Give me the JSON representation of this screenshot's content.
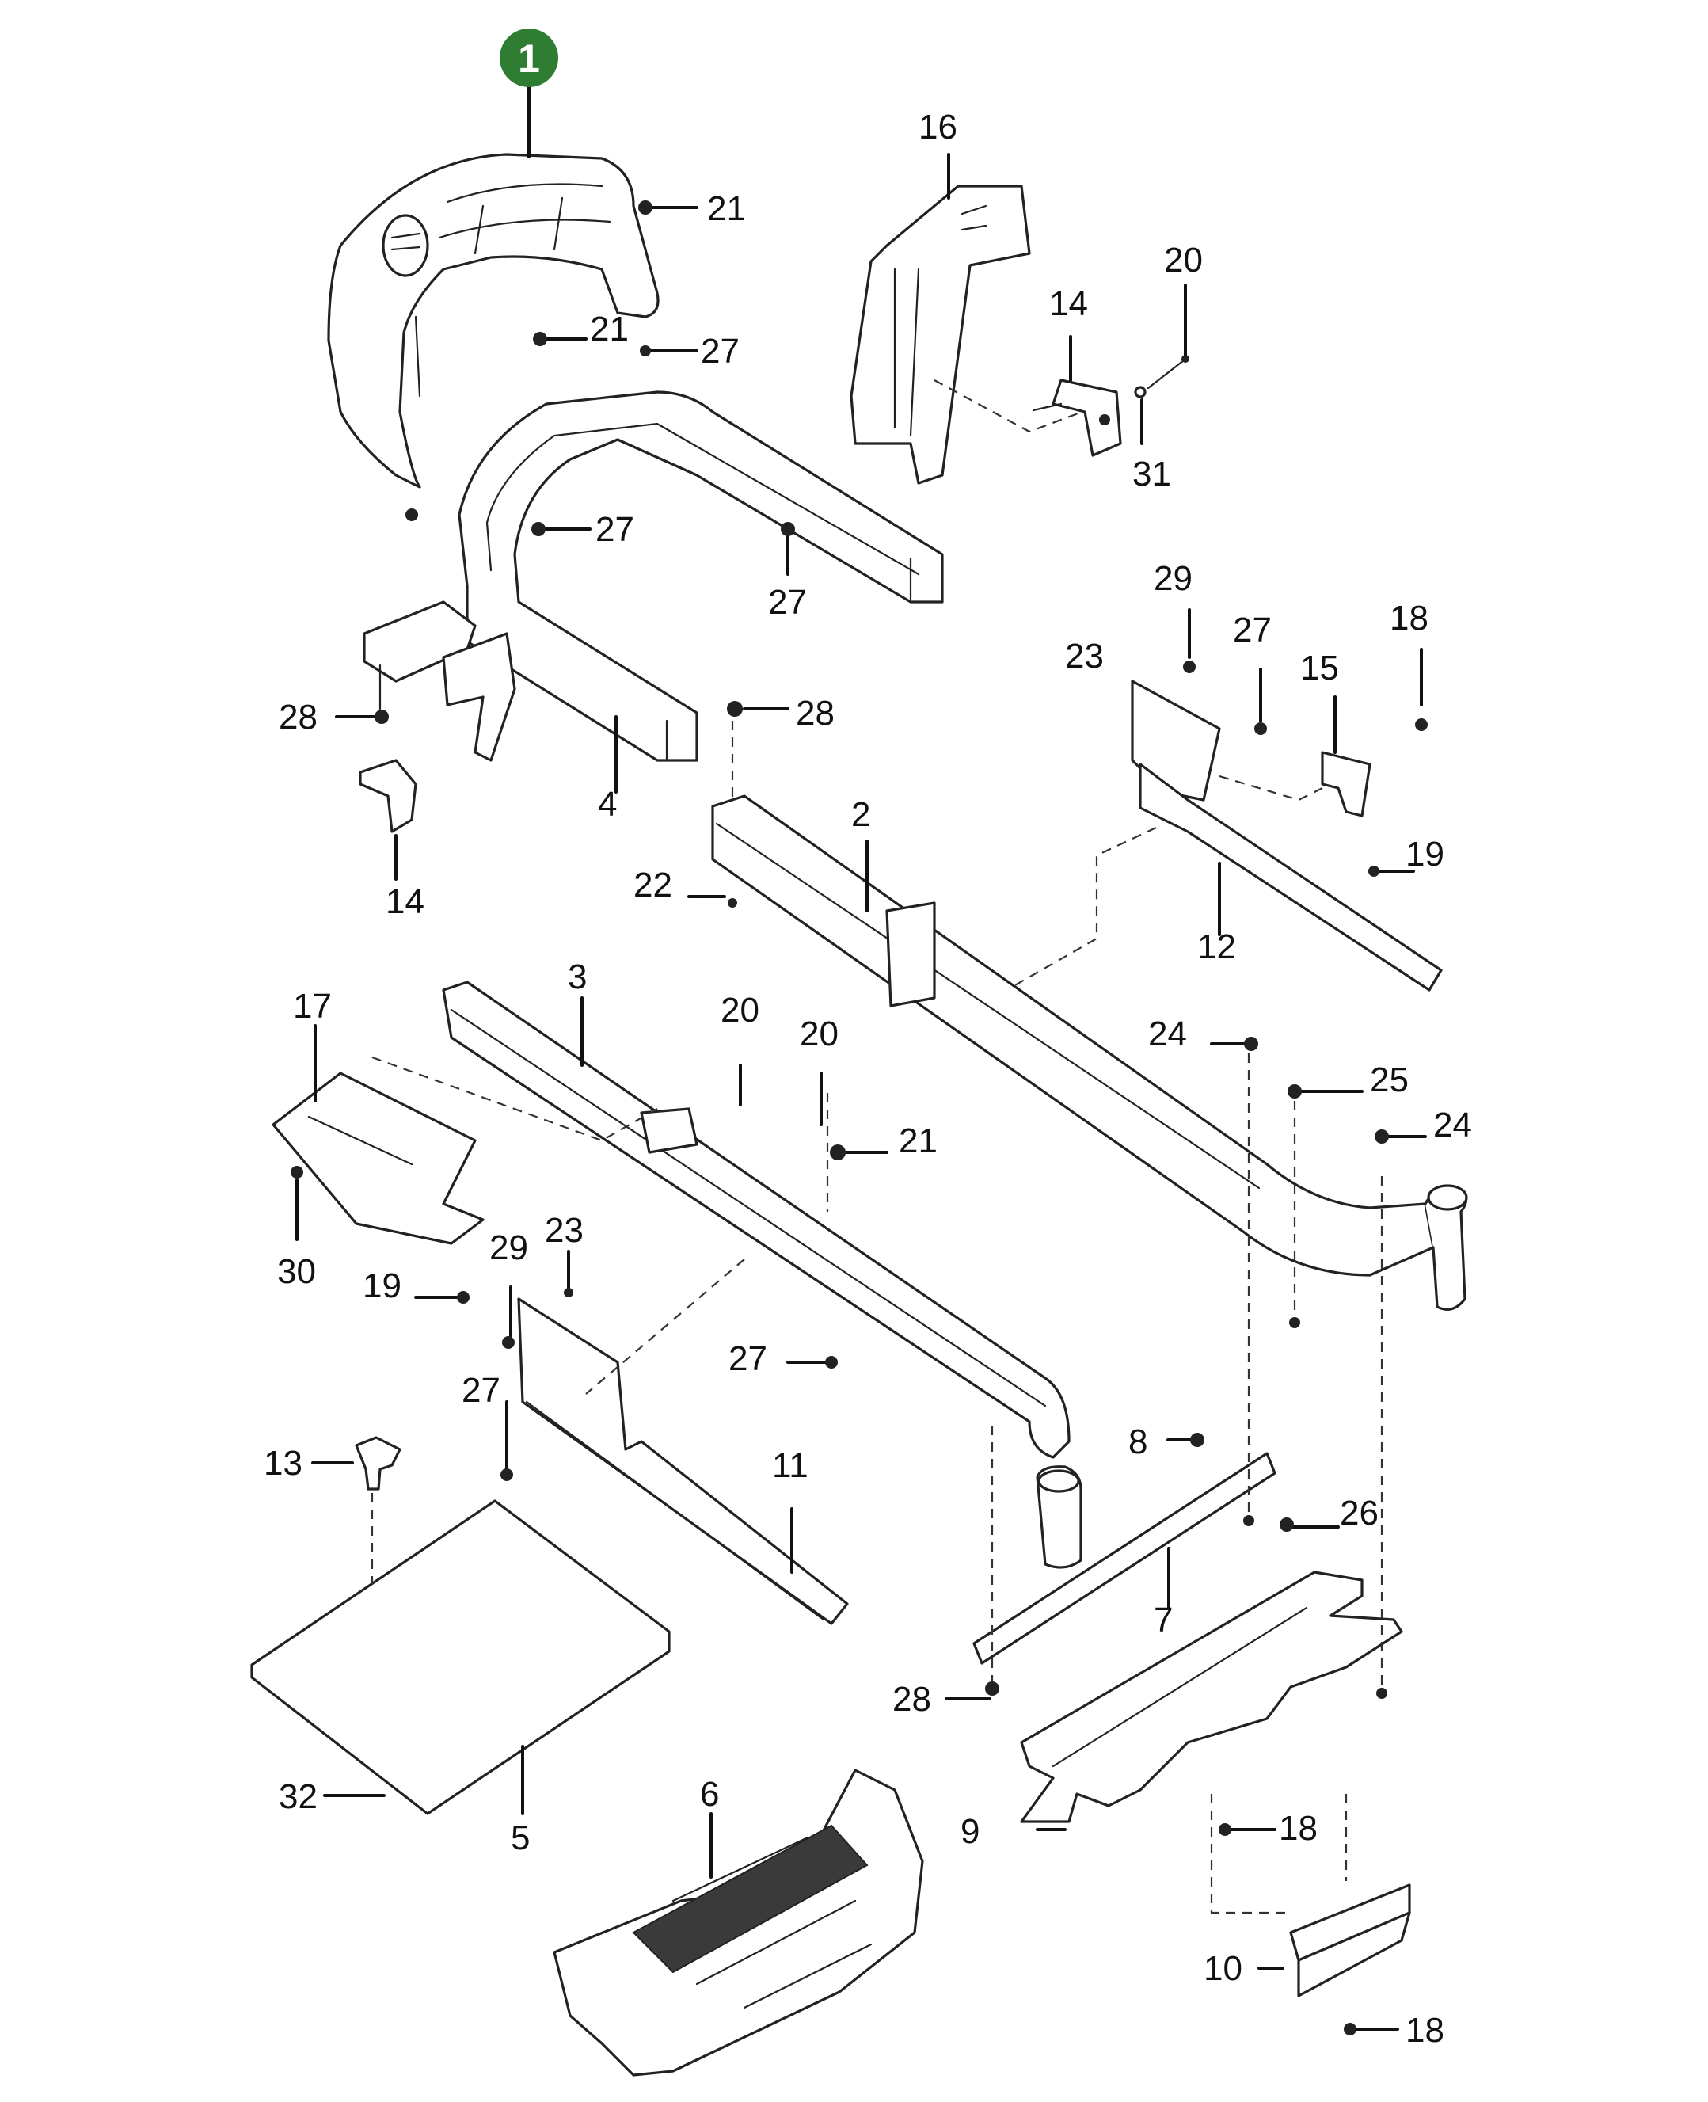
{
  "badge": {
    "label": "1",
    "color": "#2e7d32"
  },
  "callouts": [
    {
      "id": "c-21a",
      "text": "21"
    },
    {
      "id": "c-16",
      "text": "16"
    },
    {
      "id": "c-20a",
      "text": "20"
    },
    {
      "id": "c-14a",
      "text": "14"
    },
    {
      "id": "c-21b",
      "text": "21"
    },
    {
      "id": "c-27a",
      "text": "27"
    },
    {
      "id": "c-31",
      "text": "31"
    },
    {
      "id": "c-27b",
      "text": "27"
    },
    {
      "id": "c-27c",
      "text": "27"
    },
    {
      "id": "c-29a",
      "text": "29"
    },
    {
      "id": "c-27d",
      "text": "27"
    },
    {
      "id": "c-18a",
      "text": "18"
    },
    {
      "id": "c-23a",
      "text": "23"
    },
    {
      "id": "c-15",
      "text": "15"
    },
    {
      "id": "c-28a",
      "text": "28"
    },
    {
      "id": "c-28b",
      "text": "28"
    },
    {
      "id": "c-4",
      "text": "4"
    },
    {
      "id": "c-2",
      "text": "2"
    },
    {
      "id": "c-19a",
      "text": "19"
    },
    {
      "id": "c-14b",
      "text": "14"
    },
    {
      "id": "c-22",
      "text": "22"
    },
    {
      "id": "c-12",
      "text": "12"
    },
    {
      "id": "c-3",
      "text": "3"
    },
    {
      "id": "c-17",
      "text": "17"
    },
    {
      "id": "c-20b",
      "text": "20"
    },
    {
      "id": "c-20c",
      "text": "20"
    },
    {
      "id": "c-24a",
      "text": "24"
    },
    {
      "id": "c-25",
      "text": "25"
    },
    {
      "id": "c-24b",
      "text": "24"
    },
    {
      "id": "c-21c",
      "text": "21"
    },
    {
      "id": "c-30",
      "text": "30"
    },
    {
      "id": "c-19b",
      "text": "19"
    },
    {
      "id": "c-29b",
      "text": "29"
    },
    {
      "id": "c-23b",
      "text": "23"
    },
    {
      "id": "c-27e",
      "text": "27"
    },
    {
      "id": "c-27f",
      "text": "27"
    },
    {
      "id": "c-8",
      "text": "8"
    },
    {
      "id": "c-13",
      "text": "13"
    },
    {
      "id": "c-11",
      "text": "11"
    },
    {
      "id": "c-26",
      "text": "26"
    },
    {
      "id": "c-7",
      "text": "7"
    },
    {
      "id": "c-28c",
      "text": "28"
    },
    {
      "id": "c-6",
      "text": "6"
    },
    {
      "id": "c-32",
      "text": "32"
    },
    {
      "id": "c-5",
      "text": "5"
    },
    {
      "id": "c-9",
      "text": "9"
    },
    {
      "id": "c-18b",
      "text": "18"
    },
    {
      "id": "c-10",
      "text": "10"
    },
    {
      "id": "c-18c",
      "text": "18"
    }
  ]
}
